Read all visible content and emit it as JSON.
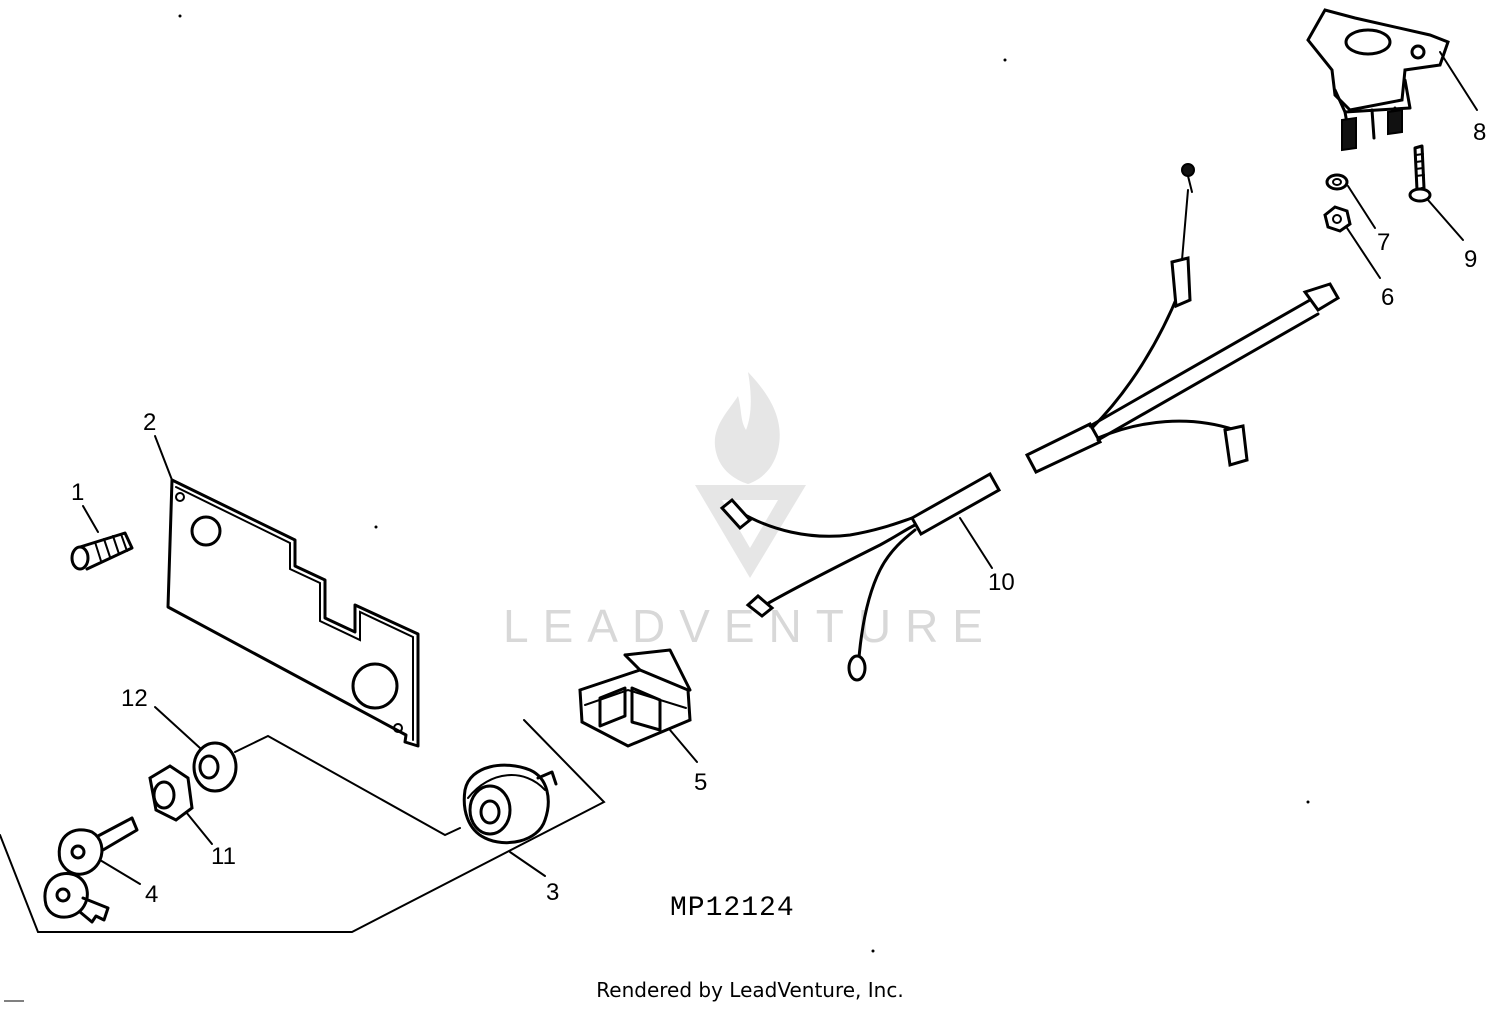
{
  "diagram": {
    "figure_code": "MP12124",
    "watermark": "LEADVENTURE",
    "callouts": [
      "1",
      "2",
      "3",
      "4",
      "5",
      "6",
      "7",
      "8",
      "9",
      "10",
      "11",
      "12"
    ]
  },
  "footer": {
    "rendered_by": "Rendered by LeadVenture, Inc."
  }
}
